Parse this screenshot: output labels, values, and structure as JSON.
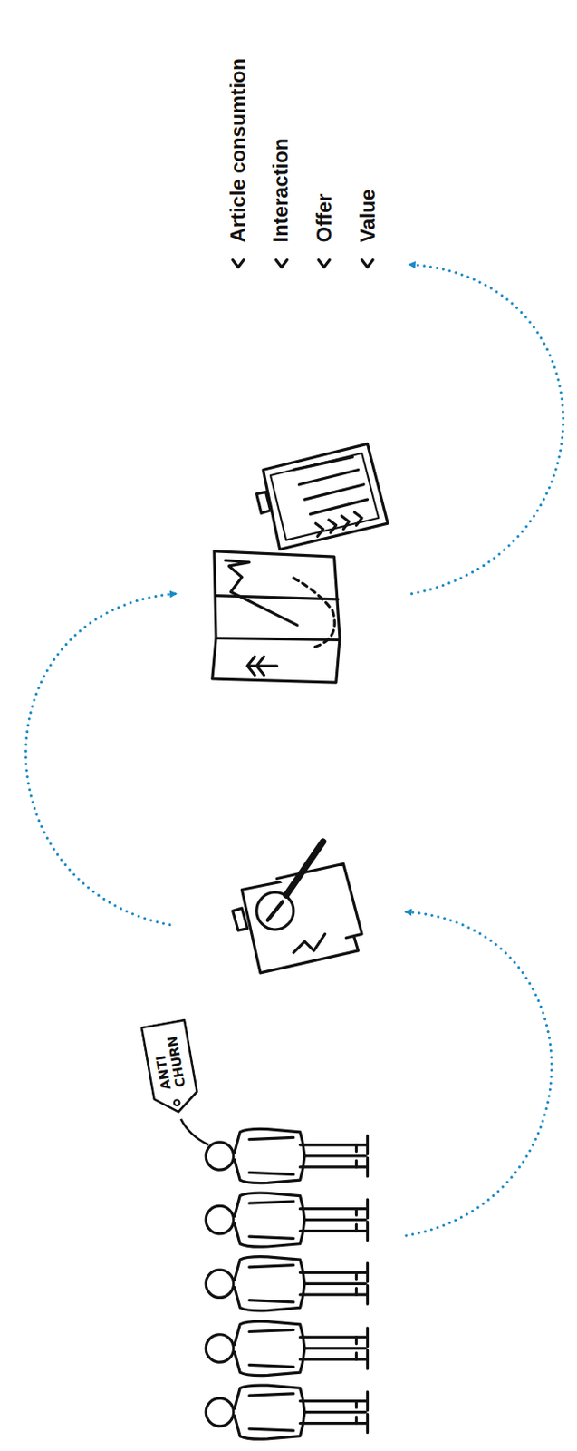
{
  "diagram": {
    "nodes": [
      {
        "text": [
          "ANTI CHURN"
        ]
      }
    ],
    "labels": [
      "Article consumtion",
      "Interaction",
      "Offer",
      "Value"
    ]
  }
}
